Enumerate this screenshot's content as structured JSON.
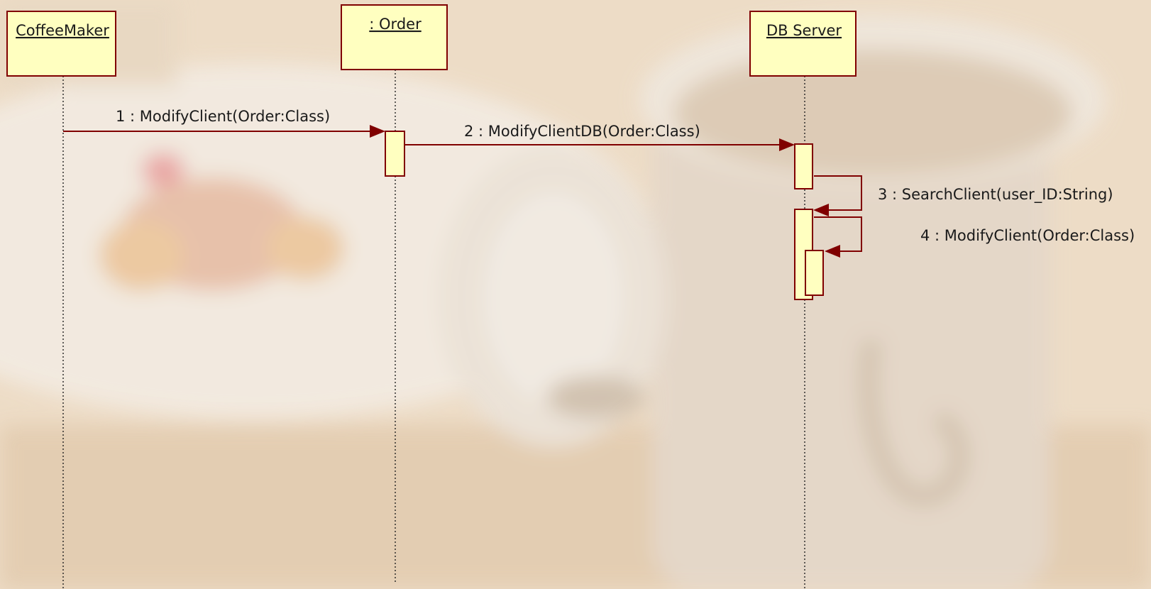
{
  "colors": {
    "object_fill": "#ffffc0",
    "line": "#800000",
    "lifeline": "#222222"
  },
  "objects": {
    "coffeemaker": "CoffeeMaker",
    "order": ": Order",
    "db_server": "DB Server"
  },
  "messages": {
    "m1": "1 : ModifyClient(Order:Class)",
    "m2": "2 : ModifyClientDB(Order:Class)",
    "m3": "3 : SearchClient(user_ID:String)",
    "m4": "4 : ModifyClient(Order:Class)"
  }
}
